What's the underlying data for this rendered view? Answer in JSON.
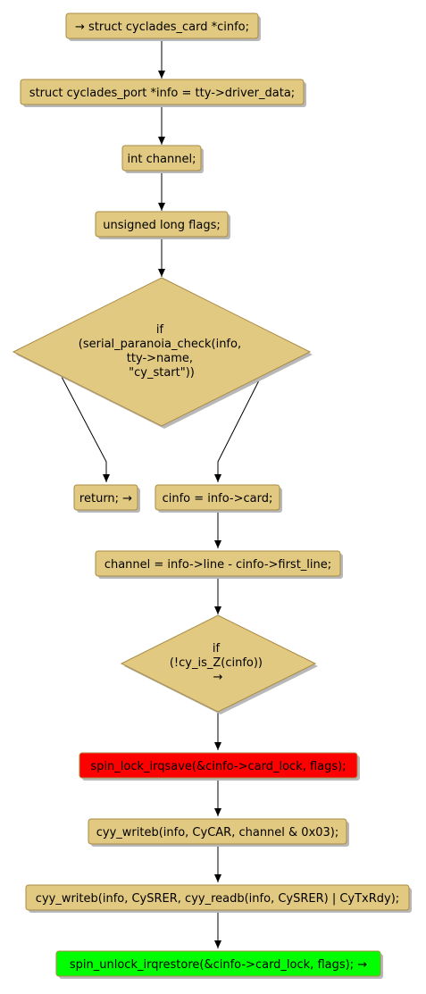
{
  "colors": {
    "node_fill": "#E2C982",
    "node_border": "#A88B44",
    "shadow": "#B8B8B8",
    "arrow": "#000000",
    "highlight_red": "#FF0000",
    "highlight_green": "#00FF00"
  },
  "nodes": {
    "cinfo_decl": "→ struct cyclades_card *cinfo;",
    "info_decl": "struct cyclades_port *info = tty->driver_data;",
    "channel_decl": "int channel;",
    "flags_decl": "unsigned long flags;",
    "paranoia_check": [
      "if",
      "(serial_paranoia_check(info,",
      "tty->name,",
      "\"cy_start\"))"
    ],
    "return_stmt": "return; →",
    "cinfo_assign": "cinfo = info->card;",
    "channel_assign": "channel = info->line - cinfo->first_line;",
    "is_z_check": [
      "if",
      "(!cy_is_Z(cinfo))",
      "→"
    ],
    "lock_save": "spin_lock_irqsave(&cinfo->card_lock, flags);",
    "writeb_car": "cyy_writeb(info, CyCAR, channel & 0x03);",
    "writeb_srer": "cyy_writeb(info, CySRER, cyy_readb(info, CySRER) | CyTxRdy);",
    "unlock_restore": "spin_unlock_irqrestore(&cinfo->card_lock, flags); →"
  }
}
